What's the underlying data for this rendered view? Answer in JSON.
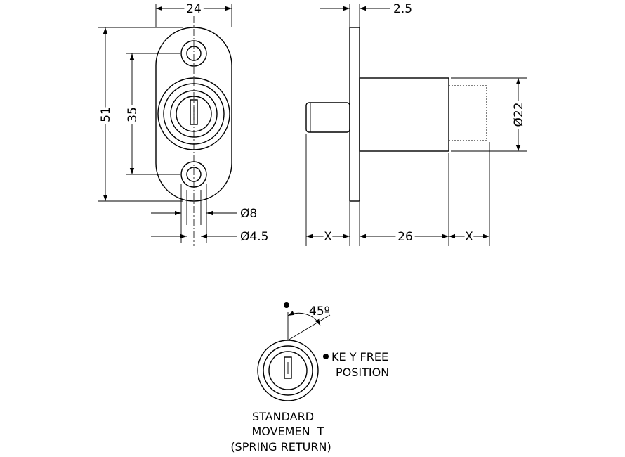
{
  "dimensions": {
    "width_24": "24",
    "thickness_2_5": "2.5",
    "height_51": "51",
    "pitch_35": "35",
    "hole_8": "Ø8",
    "hole_4_5": "Ø4.5",
    "x_left": "X",
    "length_26": "26",
    "x_right": "X",
    "diameter_22": "Ø22"
  },
  "rotation": {
    "angle": "45º",
    "key_free_line1": "KE Y FREE",
    "key_free_line2": "POSITION"
  },
  "caption": {
    "line1": "STANDARD",
    "line2": "MOVEMEN  T",
    "line3": "(SPRING RETURN)"
  }
}
